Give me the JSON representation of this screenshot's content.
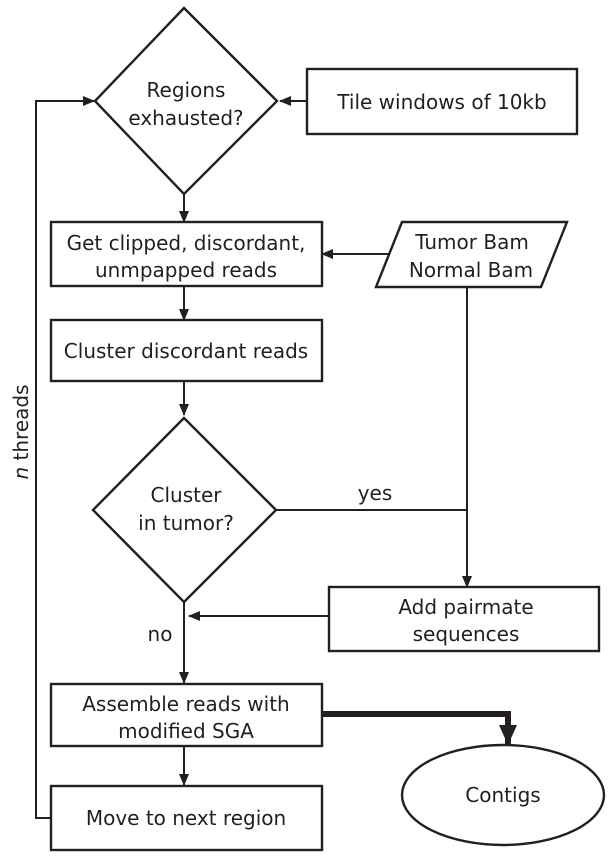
{
  "nodes": {
    "regions_exhausted": {
      "line1": "Regions",
      "line2": "exhausted?"
    },
    "tile_windows": {
      "text": "Tile windows of 10kb"
    },
    "get_reads": {
      "line1": "Get clipped, discordant,",
      "line2": "unmpapped reads"
    },
    "bam_input": {
      "line1": "Tumor Bam",
      "line2": "Normal Bam"
    },
    "cluster_reads": {
      "text": "Cluster discordant reads"
    },
    "cluster_in_tumor": {
      "line1": "Cluster",
      "line2": "in tumor?"
    },
    "add_pairmate": {
      "line1": "Add pairmate",
      "line2": "sequences"
    },
    "assemble_reads": {
      "line1": "Assemble reads with",
      "line2": "modified SGA"
    },
    "contigs": {
      "text": "Contigs"
    },
    "next_region": {
      "text": "Move to next region"
    }
  },
  "edges": {
    "yes_label": "yes",
    "no_label": "no",
    "loop_label_italic": "n",
    "loop_label_rest": " threads"
  },
  "colors": {
    "ink": "#231f20",
    "background": "#ffffff"
  }
}
